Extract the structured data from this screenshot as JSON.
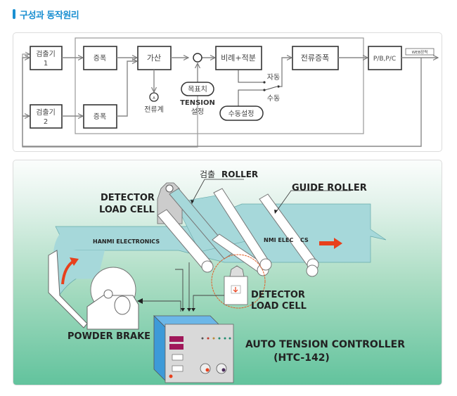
{
  "section": {
    "title": "구성과 동작원리"
  },
  "block_diagram": {
    "detector1": [
      "검출기",
      "1"
    ],
    "detector2": [
      "검출기",
      "2"
    ],
    "amp1": "증폭",
    "amp2": "증폭",
    "adder": "가산",
    "ammeter_symbol": "A",
    "ammeter_label": "전류계",
    "target_value": "목표치",
    "tension_setting": [
      "TENSION",
      "설정"
    ],
    "pi_block": "비례+적분",
    "switch_auto": "자동",
    "switch_manual": "수동",
    "manual_setting": "수동설정",
    "current_amp": "전류증폭",
    "output_block": "P/B,P/C",
    "web_tension": "WEB장력"
  },
  "illustration": {
    "detector_roller": {
      "prefix": "검출",
      "suffix": "ROLLER"
    },
    "detector_load_cell_top": [
      "DETECTOR",
      "LOAD CELL"
    ],
    "guide_roller": "GUIDE ROLLER",
    "web_text_1": "HANMI ELECTRONICS",
    "web_text_2": "NMI ELEC",
    "web_text_3": "CS",
    "detector_load_cell_bottom": [
      "DETECTOR",
      "LOAD CELL"
    ],
    "powder_brake": "POWDER BRAKE",
    "controller_name": "AUTO TENSION CONTROLLER",
    "controller_model": "(HTC-142)",
    "colors": {
      "web": "#a6d8da",
      "arrow": "#e8401c",
      "controller_body": "#3d9ad8",
      "highlight_circle": "#e0622c"
    }
  }
}
